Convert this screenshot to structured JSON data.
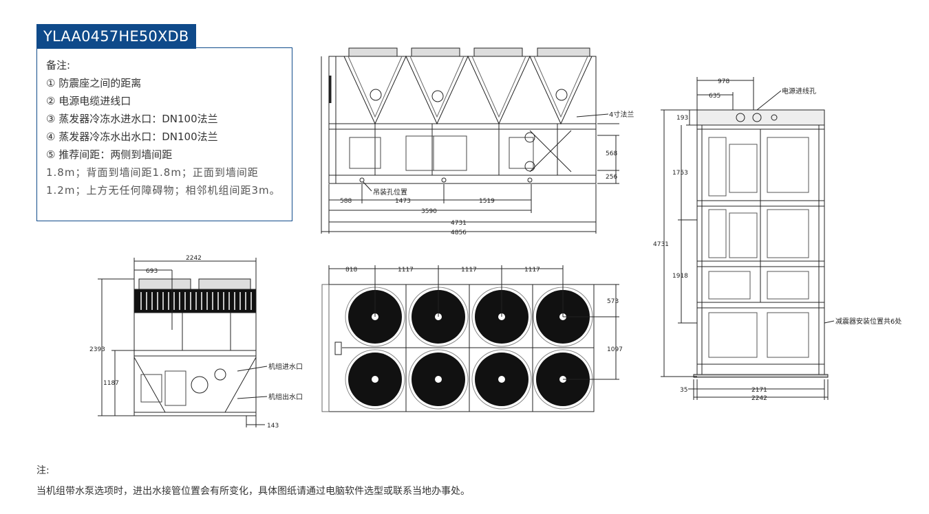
{
  "model": "YLAA0457HE50XDB",
  "notes": {
    "heading": "备注:",
    "items": [
      "① 防震座之间的距离",
      "② 电源电缆进线口",
      "③ 蒸发器冷冻水进水口：DN100法兰",
      "④ 蒸发器冷冻水出水口：DN100法兰",
      "⑤ 推荐间距：两侧到墙间距"
    ],
    "continuation": "1.8m；背面到墙间距1.8m；正面到墙间距1.2m；上方无任何障碍物；相邻机组间距3m。"
  },
  "side_view": {
    "flange_label": "4寸法兰",
    "lifting_label": "吊装孔位置",
    "dims": [
      "568",
      "256",
      "588",
      "1473",
      "1519",
      "3590",
      "4731",
      "4856"
    ]
  },
  "end_view": {
    "dims": [
      "2242",
      "693",
      "2393",
      "1187",
      "143"
    ],
    "inlet_label": "机组进水口",
    "outlet_label": "机组出水口"
  },
  "top_view": {
    "dims": [
      "818",
      "1117",
      "1117",
      "1117",
      "573",
      "1097"
    ]
  },
  "right_view": {
    "dims": [
      "978",
      "635",
      "193",
      "1753",
      "4731",
      "1918",
      "35",
      "2171",
      "2242"
    ],
    "power_label": "电源进线孔",
    "damper_label": "减震器安装位置共6处"
  },
  "footer": {
    "label": "注:",
    "text": "当机组带水泵选项时，进出水接管位置会有所变化，具体图纸请通过电脑软件选型或联系当地办事处。"
  }
}
